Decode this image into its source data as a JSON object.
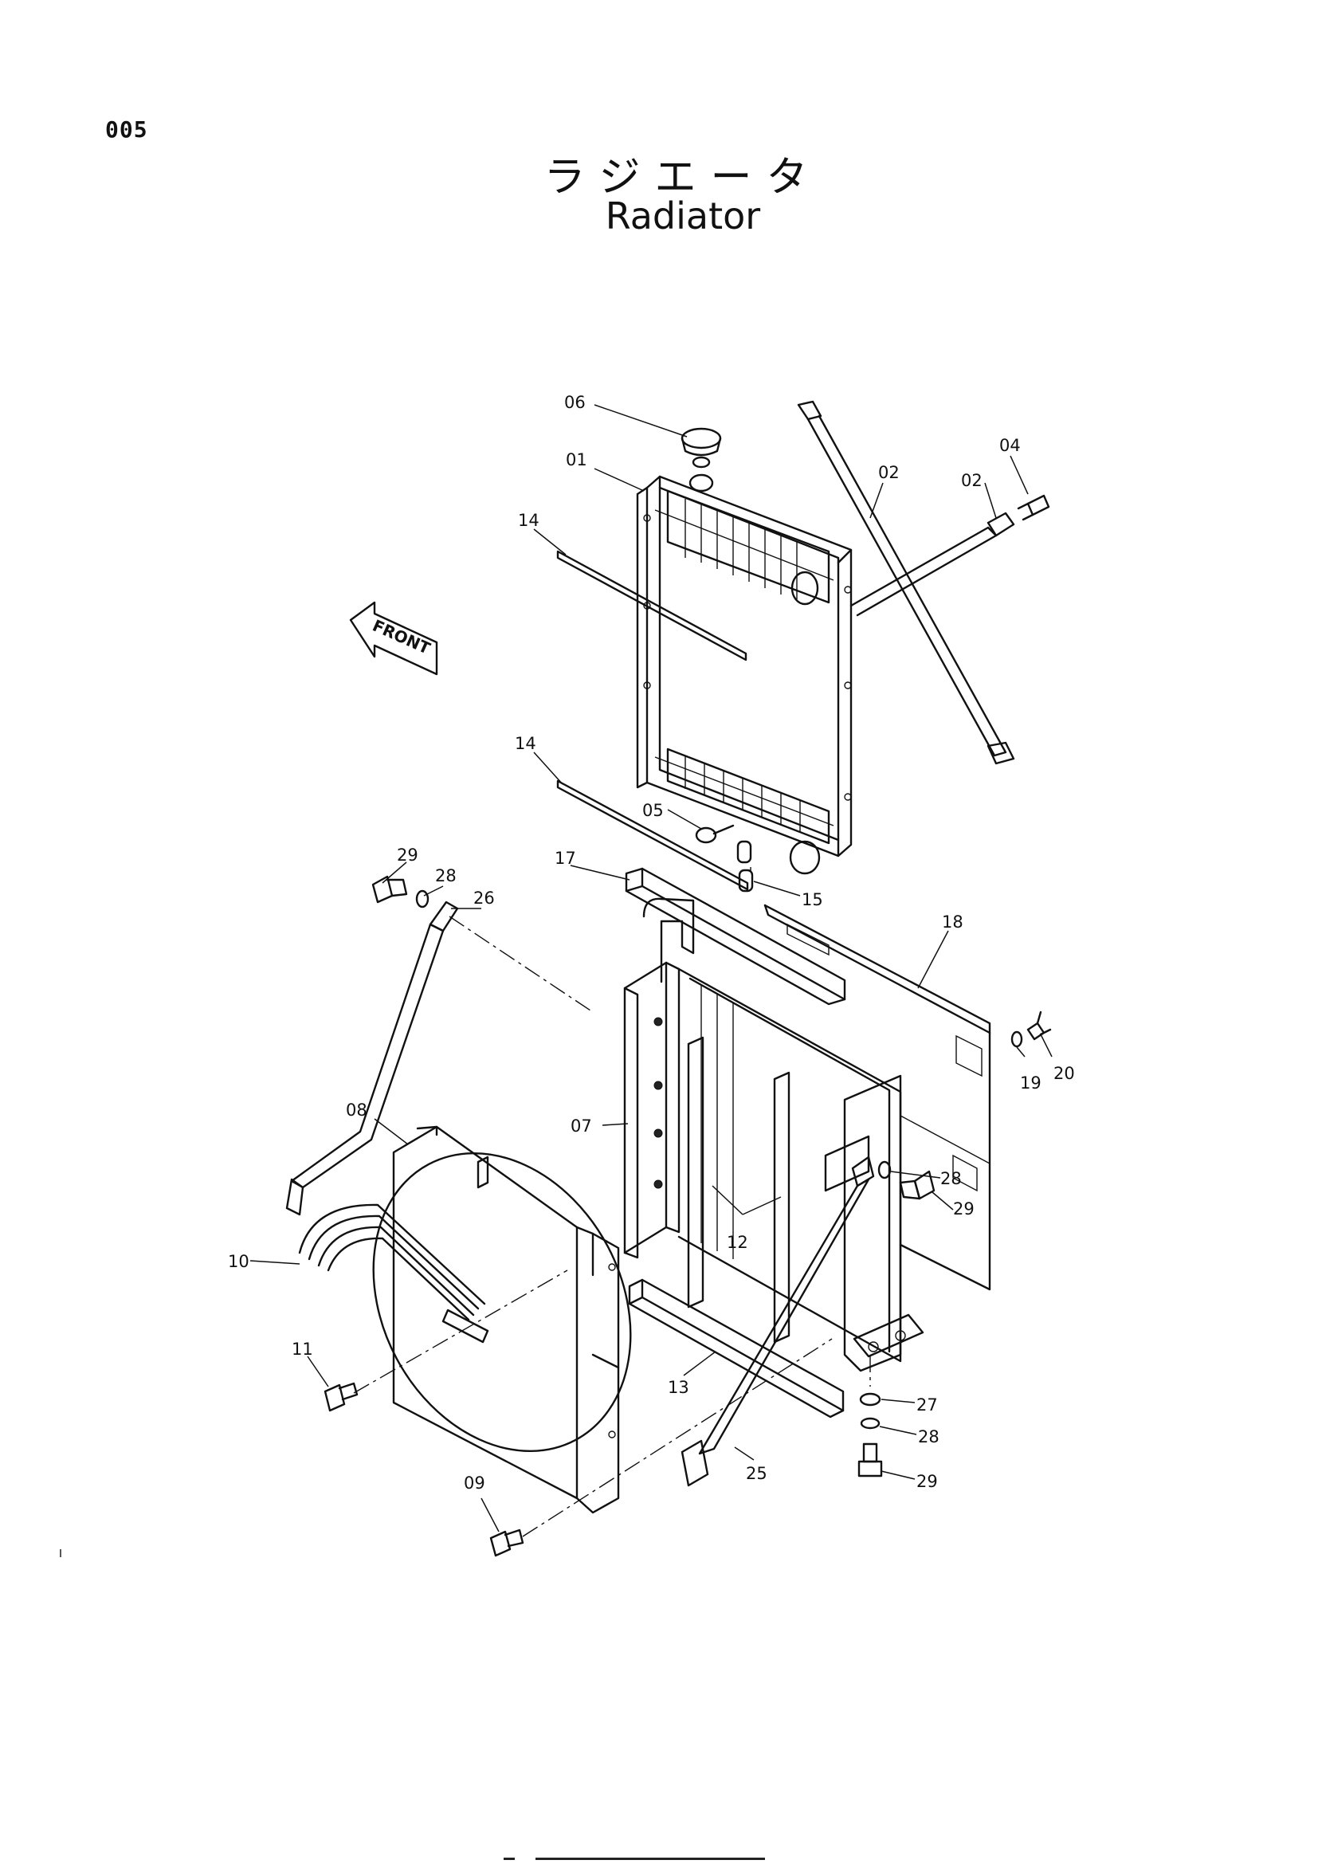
{
  "page": {
    "number": "005",
    "title_ja": "ラジエータ",
    "title_en": "Radiator"
  },
  "diagram": {
    "front_label": "FRONT",
    "callouts": [
      "06",
      "01",
      "02",
      "04",
      "02",
      "14",
      "14",
      "05",
      "15",
      "17",
      "29",
      "28",
      "26",
      "18",
      "20",
      "19",
      "08",
      "07",
      "12",
      "28",
      "29",
      "10",
      "11",
      "13",
      "27",
      "28",
      "25",
      "29",
      "09"
    ]
  },
  "colors": {
    "ink": "#111111",
    "paper": "#ffffff"
  }
}
